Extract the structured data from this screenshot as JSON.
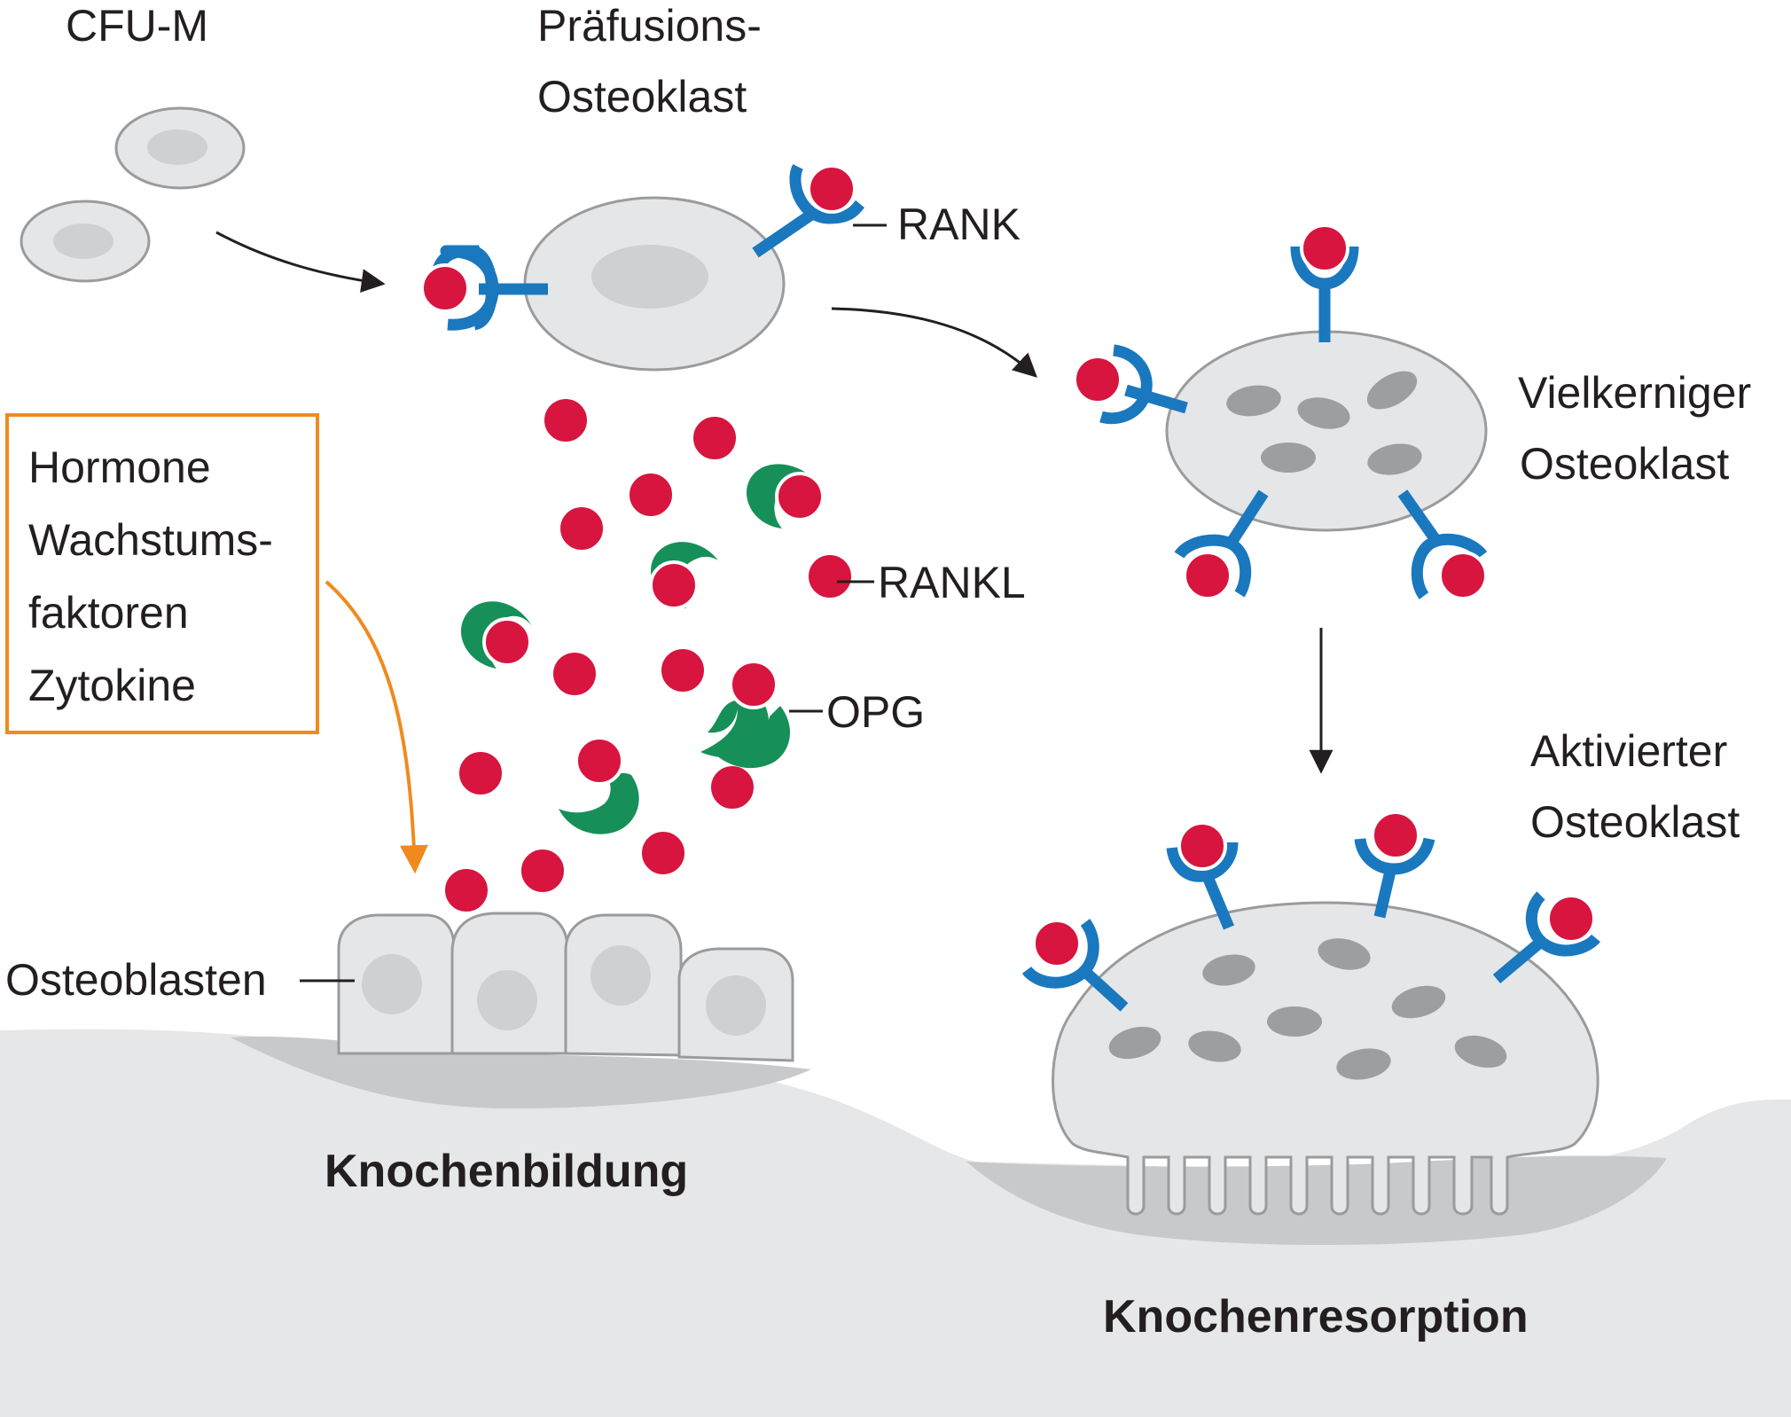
{
  "labels": {
    "cfu_m": "CFU-M",
    "prefusion_line1": "Präfusions-",
    "prefusion_line2": "Osteoklast",
    "rank": "RANK",
    "rankl": "RANKL",
    "opg": "OPG",
    "multinuclear_line1": "Vielkerniger",
    "multinuclear_line2": "Osteoklast",
    "activated_line1": "Aktivierter",
    "activated_line2": "Osteoklast",
    "osteoblasts": "Osteoblasten",
    "bone_formation": "Knochenbildung",
    "bone_resorption": "Knochenresorption"
  },
  "factor_box": {
    "lines": [
      "Hormone",
      "Wachstums-",
      "faktoren",
      "Zytokine"
    ]
  },
  "colors": {
    "rank_receptor": "#1a78be",
    "rankl_ligand": "#d7153f",
    "opg": "#169058",
    "factor_box_border": "#f08a1e",
    "cell_fill": "#e5e6e7",
    "bone": "#e6e7e8"
  }
}
